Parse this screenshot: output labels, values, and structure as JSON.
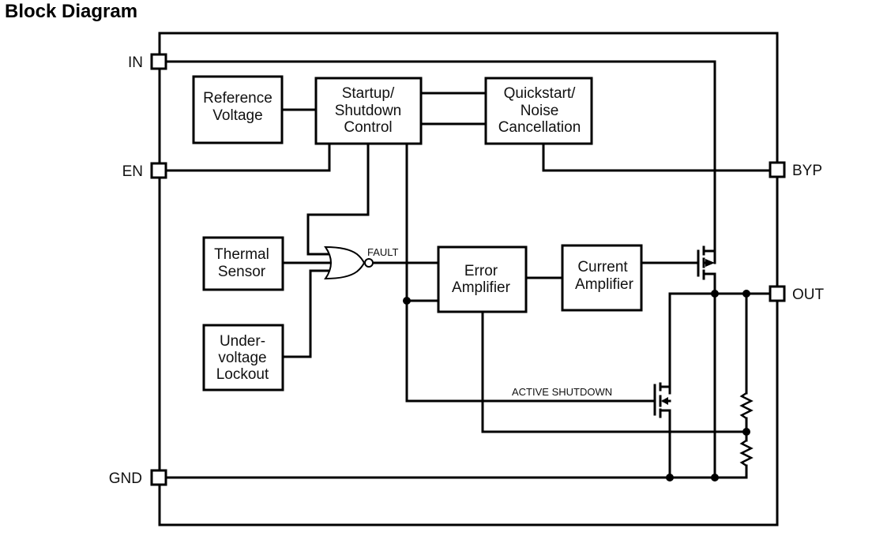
{
  "title": "Block Diagram",
  "pins": {
    "in": "IN",
    "en": "EN",
    "gnd": "GND",
    "byp": "BYP",
    "out": "OUT"
  },
  "blocks": {
    "reference_voltage": [
      "Reference",
      "Voltage"
    ],
    "startup_shutdown": [
      "Startup/",
      "Shutdown",
      "Control"
    ],
    "quickstart_noise": [
      "Quickstart/",
      "Noise",
      "Cancellation"
    ],
    "thermal_sensor": [
      "Thermal",
      "Sensor"
    ],
    "undervoltage_lockout": [
      "Under-",
      "voltage",
      "Lockout"
    ],
    "error_amplifier": [
      "Error",
      "Amplifier"
    ],
    "current_amplifier": [
      "Current",
      "Amplifier"
    ]
  },
  "signals": {
    "fault": "FAULT",
    "active_shutdown": "ACTIVE SHUTDOWN"
  },
  "components": {
    "gate": "NOR gate",
    "pass_transistor": "PMOS pass transistor",
    "shutdown_transistor": "NMOS active-shutdown transistor",
    "feedback_resistors": 2
  }
}
